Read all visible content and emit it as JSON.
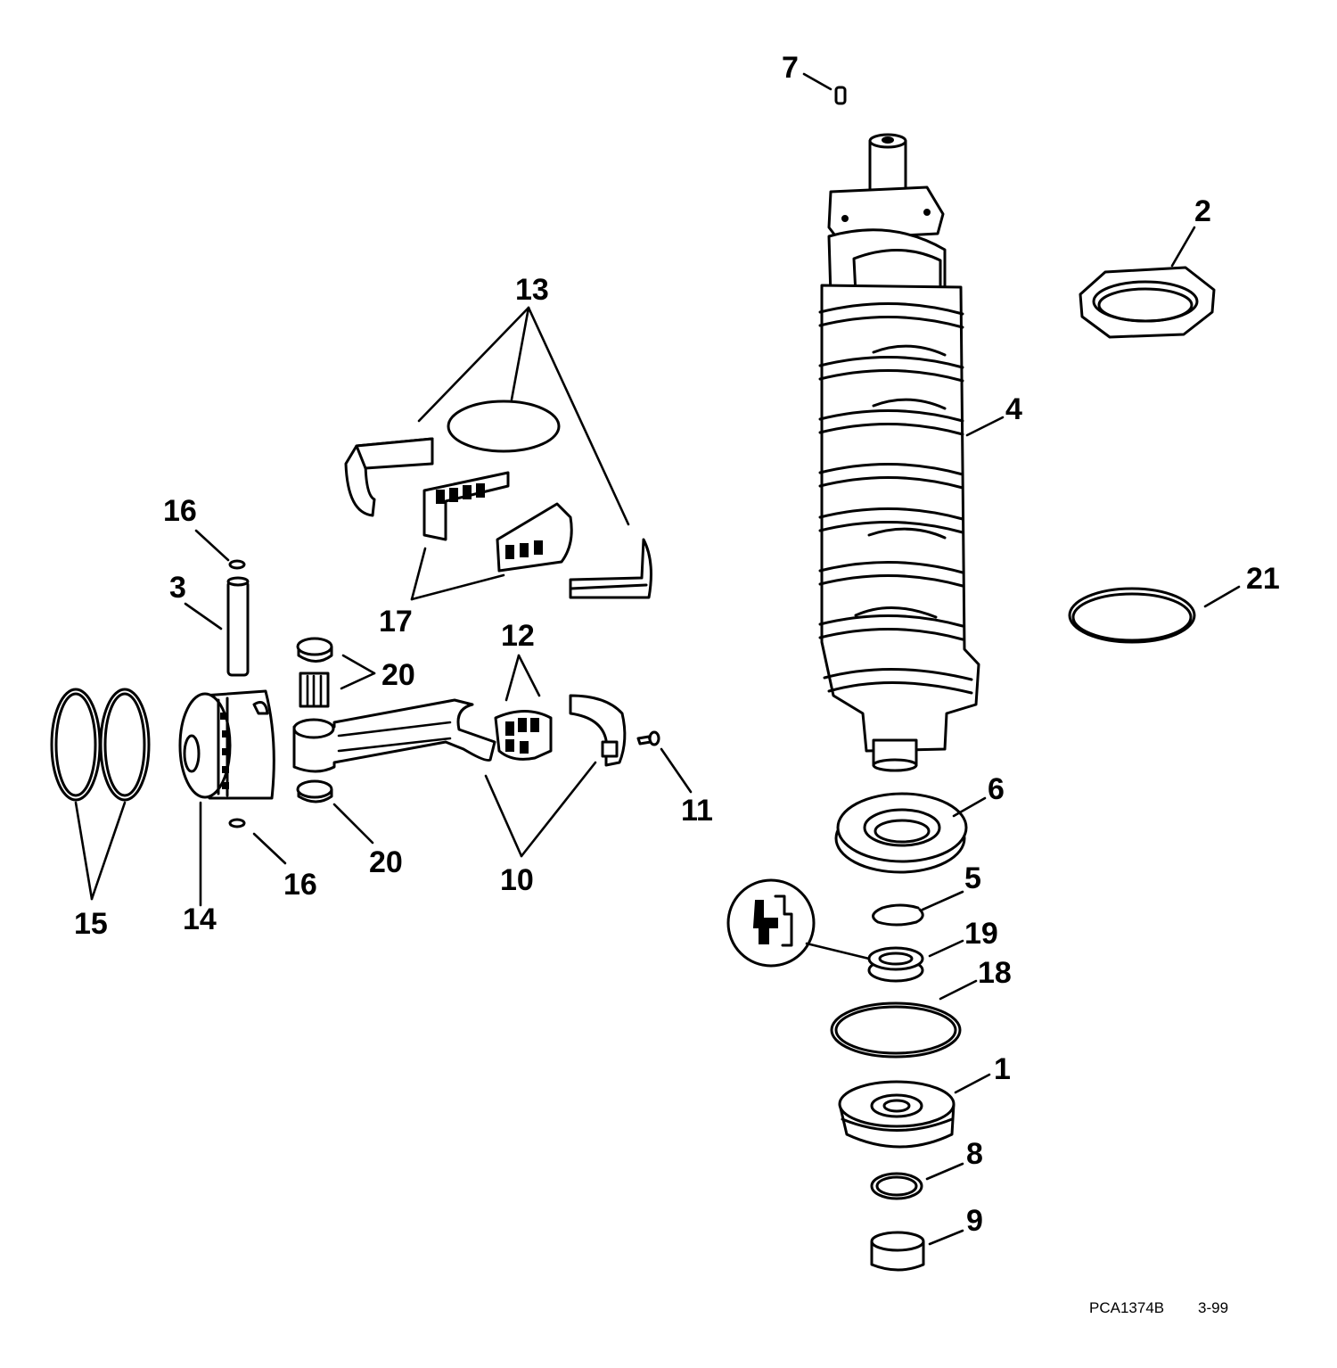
{
  "callouts": {
    "c1": "1",
    "c2": "2",
    "c3": "3",
    "c4": "4",
    "c5": "5",
    "c6": "6",
    "c7": "7",
    "c8": "8",
    "c9": "9",
    "c10": "10",
    "c11": "11",
    "c12": "12",
    "c13": "13",
    "c14": "14",
    "c15": "15",
    "c16a": "16",
    "c16b": "16",
    "c17": "17",
    "c18": "18",
    "c19": "19",
    "c20a": "20",
    "c20b": "20",
    "c21": "21"
  },
  "footer": {
    "code": "PCA1374B",
    "date": "3-99"
  },
  "colors": {
    "ink": "#000000",
    "paper": "#ffffff"
  }
}
